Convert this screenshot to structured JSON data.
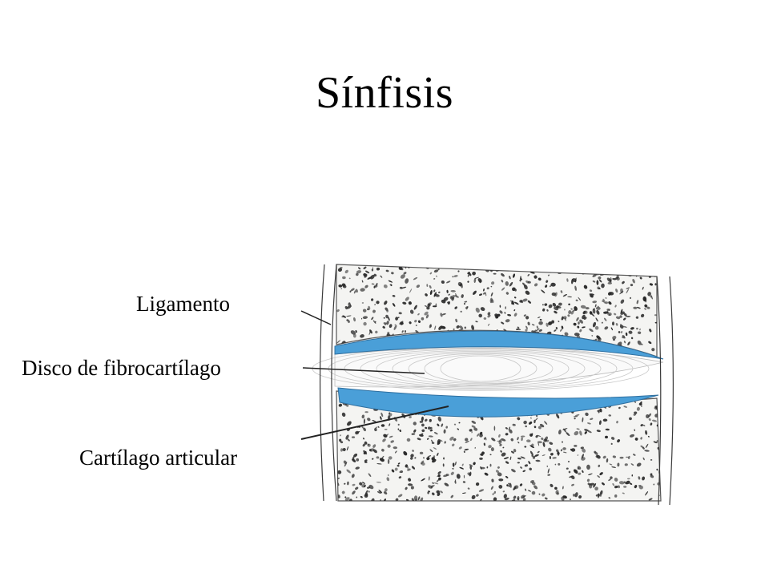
{
  "slide": {
    "title": "Sínfisis"
  },
  "labels": {
    "ligament": "Ligamento",
    "disc": "Disco de fibrocartílago",
    "articular_cartilage": "Cartílago articular"
  },
  "colors": {
    "cartilage_blue": "#4a9fd8",
    "bone_speckle": "#2a2a2a",
    "outline": "#3a3a3a"
  }
}
